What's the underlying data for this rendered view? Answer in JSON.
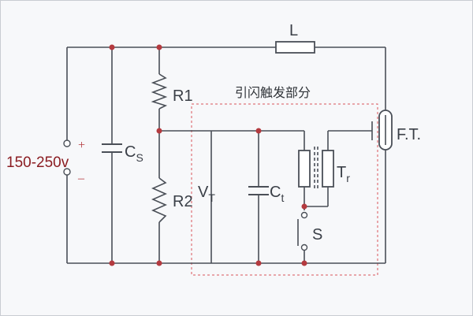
{
  "diagram": {
    "title": "引闪触发部分",
    "supply_voltage": "150-250v",
    "polarity": {
      "plus": "+",
      "minus": "–"
    },
    "components": {
      "inductor": {
        "main": "L"
      },
      "cap_supply": {
        "main": "C",
        "sub": "S"
      },
      "resistor_1": {
        "main": "R1"
      },
      "resistor_2": {
        "main": "R2"
      },
      "voltage": {
        "main": "V",
        "sub": "T"
      },
      "cap_trigger": {
        "main": "C",
        "sub": "t"
      },
      "transformer": {
        "main": "T",
        "sub": "r"
      },
      "switch": {
        "main": "S"
      },
      "flash_tube": {
        "main": "F.T."
      }
    },
    "colors": {
      "wire": "#4a4f57",
      "node": "#b43a3f",
      "dashed_box": "#d9555a",
      "voltage_text": "#8b1d22"
    }
  }
}
